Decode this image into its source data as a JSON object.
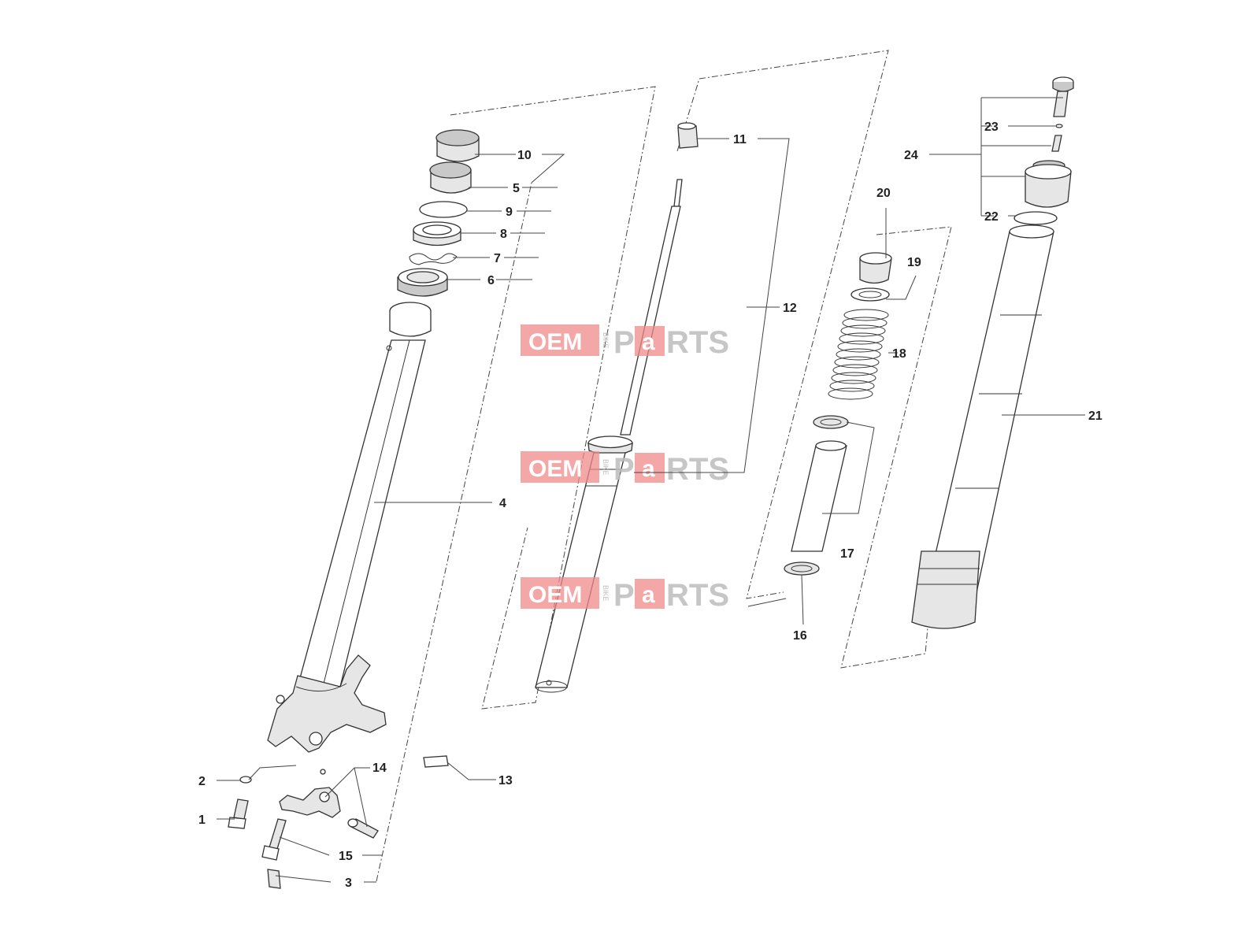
{
  "diagram": {
    "callouts": [
      "1",
      "2",
      "3",
      "4",
      "5",
      "6",
      "7",
      "8",
      "9",
      "10",
      "11",
      "12",
      "13",
      "14",
      "15",
      "16",
      "17",
      "18",
      "19",
      "20",
      "21",
      "22",
      "23",
      "24"
    ]
  },
  "watermark": {
    "oem": "OEM",
    "bike": "BIKE",
    "p": "P",
    "a": "a",
    "rts": "RTS"
  }
}
